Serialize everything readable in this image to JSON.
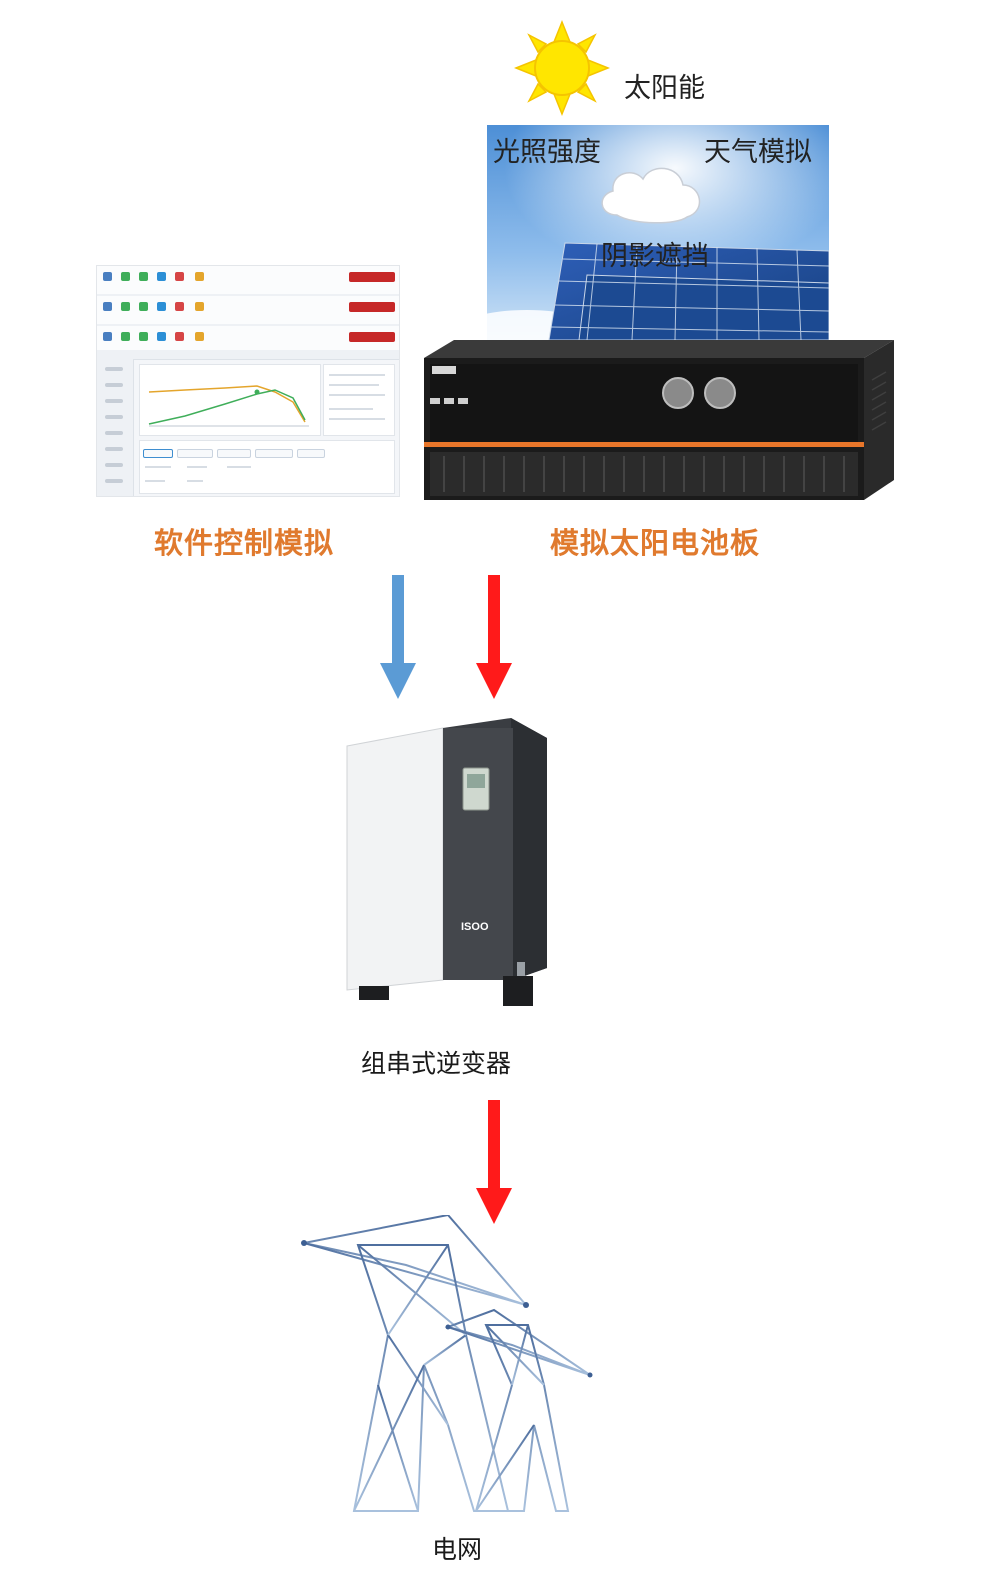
{
  "labels": {
    "sun": "太阳能",
    "light_intensity": "光照强度",
    "weather_sim": "天气模拟",
    "shadow": "阴影遮挡",
    "software_control": "软件控制模拟",
    "solar_simulator": "模拟太阳电池板",
    "inverter": "组串式逆变器",
    "grid": "电网"
  },
  "device": {
    "inverter_brand": "ISOO"
  },
  "colors": {
    "accent_orange": "#e07a2e",
    "arrow_blue": "#5b9bd5",
    "arrow_red": "#ff1a1a",
    "sun_yellow": "#ffe600",
    "cabinet_stripe": "#e8762a"
  },
  "icons": [
    "sun-icon",
    "cloud-icon"
  ]
}
